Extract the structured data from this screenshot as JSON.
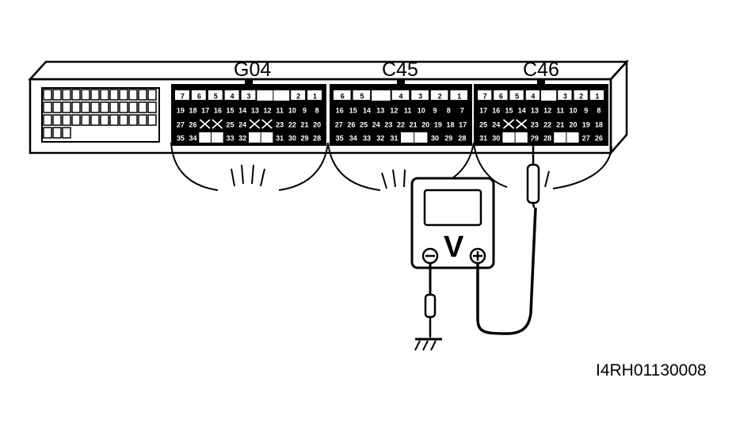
{
  "diagram": {
    "connectors": [
      {
        "label": "G04",
        "rows": [
          [
            "7",
            "6",
            "5",
            "4",
            "3",
            "",
            "",
            "2",
            "1"
          ],
          [
            "19",
            "18",
            "17",
            "16",
            "15",
            "14",
            "13",
            "12",
            "11",
            "10",
            "9",
            "8"
          ],
          [
            "27",
            "26",
            "X",
            "X",
            "25",
            "24",
            "X",
            "X",
            "23",
            "22",
            "21",
            "20"
          ],
          [
            "35",
            "34",
            "",
            "",
            "33",
            "32",
            "",
            "",
            "31",
            "30",
            "29",
            "28"
          ]
        ]
      },
      {
        "label": "C45",
        "rows": [
          [
            "6",
            "5",
            "",
            "4",
            "3",
            "2",
            "1"
          ],
          [
            "16",
            "15",
            "14",
            "13",
            "12",
            "11",
            "10",
            "9",
            "8",
            "7"
          ],
          [
            "27",
            "26",
            "25",
            "24",
            "23",
            "22",
            "21",
            "20",
            "19",
            "18",
            "17"
          ],
          [
            "35",
            "34",
            "33",
            "32",
            "31",
            "",
            "",
            "30",
            "29",
            "28"
          ]
        ]
      },
      {
        "label": "C46",
        "rows": [
          [
            "7",
            "6",
            "5",
            "4",
            "",
            "3",
            "2",
            "1"
          ],
          [
            "17",
            "16",
            "15",
            "14",
            "13",
            "12",
            "11",
            "10",
            "9",
            "8"
          ],
          [
            "25",
            "24",
            "X",
            "X",
            "23",
            "22",
            "21",
            "20",
            "19",
            "18"
          ],
          [
            "31",
            "30",
            "",
            "",
            "29",
            "28",
            "",
            "",
            "27",
            "26"
          ]
        ]
      }
    ],
    "meter_symbol": "V",
    "negative_symbol": "⊖",
    "positive_symbol": "⊕",
    "ground_symbol": "ground-icon",
    "probe_symbol": "probe-icon",
    "figure_code": "I4RH01130008"
  }
}
